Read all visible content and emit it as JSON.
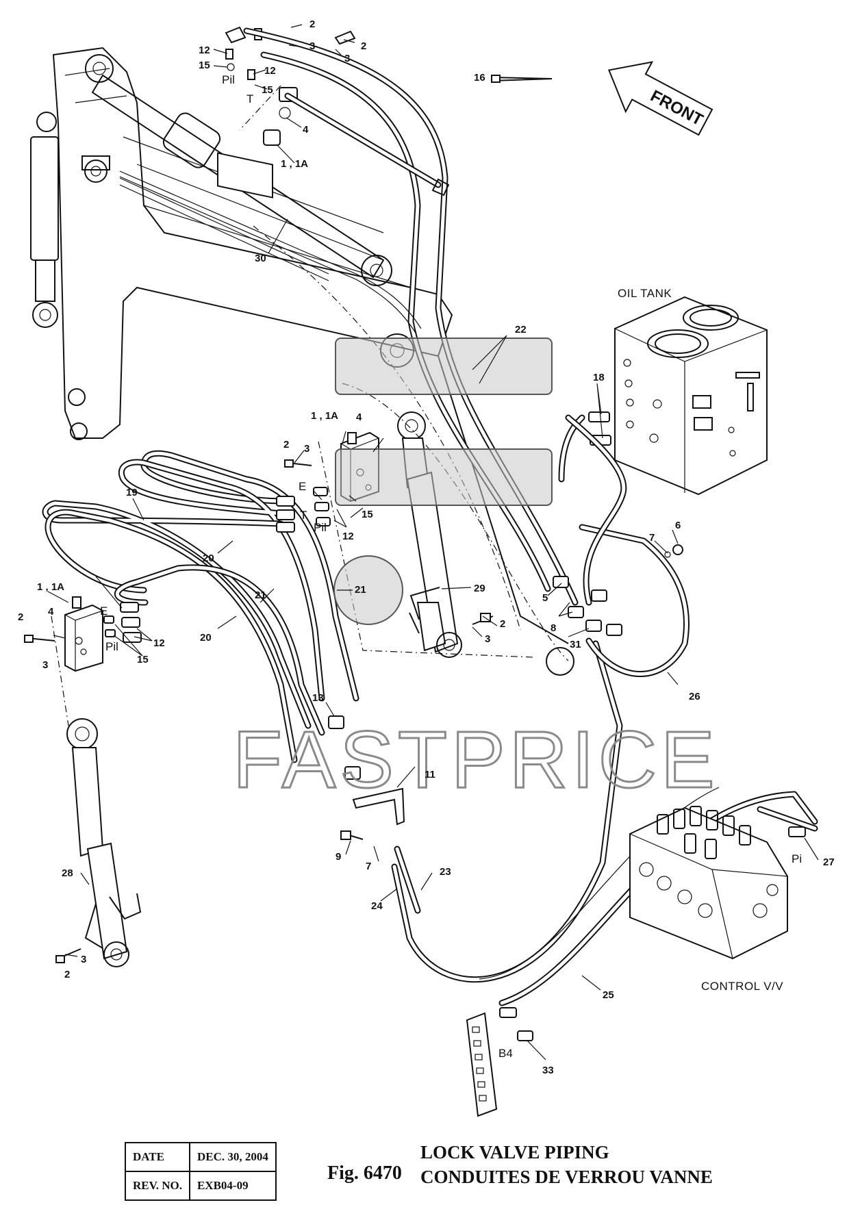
{
  "watermark": "FASTPRICE",
  "direction_arrow": {
    "label": "FRONT"
  },
  "components": {
    "oil_tank": "OIL TANK",
    "control_valve": "CONTROL V/V"
  },
  "port_labels": {
    "pil_top": "Pil",
    "t_top": "T",
    "e_mid": "E",
    "t_mid": "T",
    "pil_mid": "Pil",
    "e_left": "E",
    "pil_left": "Pil",
    "pi_cv": "Pi",
    "b4": "B4"
  },
  "callouts": {
    "top_lockvalve": "1 , 1A",
    "mid_lockvalve": "1 , 1A",
    "left_lockvalve": "1 , 1A",
    "c2": "2",
    "c3": "3",
    "c2b": "2",
    "c3b": "3",
    "c12": "12",
    "c15": "15",
    "c12b": "12",
    "c15b": "15",
    "c4": "4",
    "c16": "16",
    "c30": "30",
    "c22": "22",
    "c18": "18",
    "c4m": "4",
    "c2m": "2",
    "c3m": "3",
    "c15m": "15",
    "c12m": "12",
    "c19": "19",
    "c20a": "20",
    "c21a": "21",
    "c21b": "21",
    "c20b": "20",
    "c29": "29",
    "c2r": "2",
    "c3r": "3",
    "c7": "7",
    "c6": "6",
    "c5": "5",
    "c8": "8",
    "c31": "31",
    "c26": "26",
    "c1l2": "2",
    "c4l": "4",
    "c3l": "3",
    "c12l": "12",
    "c15l": "15",
    "c13": "13",
    "c11": "11",
    "c9": "9",
    "c7b": "7",
    "c23": "23",
    "c24": "24",
    "c28": "28",
    "c3ll": "3",
    "c2ll": "2",
    "c27": "27",
    "c25": "25",
    "c33": "33"
  },
  "title_block": {
    "date_label": "DATE",
    "date_value": "DEC. 30, 2004",
    "rev_label": "REV. NO.",
    "rev_value": "EXB04-09"
  },
  "figure": {
    "number": "Fig. 6470",
    "title_en": "LOCK VALVE PIPING",
    "title_fr": "CONDUITES DE VERROU VANNE"
  }
}
